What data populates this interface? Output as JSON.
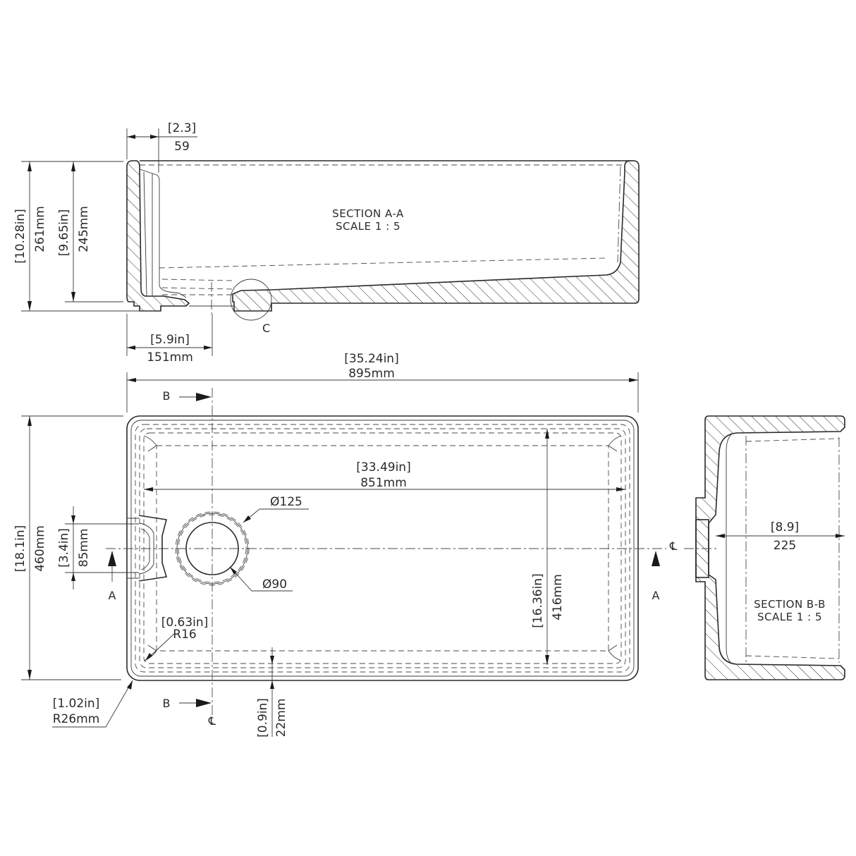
{
  "section_aa": {
    "title": "SECTION A-A",
    "scale": "SCALE 1 : 5",
    "dims": {
      "lip_width_in": "[2.3]",
      "lip_width_mm": "59",
      "overall_height_in": "[10.28in]",
      "overall_height_mm": "261mm",
      "inner_height_in": "[9.65in]",
      "inner_height_mm": "245mm",
      "drain_offset_in": "[5.9in]",
      "drain_offset_mm": "151mm"
    },
    "detail_label": "C"
  },
  "plan_view": {
    "dims": {
      "overall_length_in": "[35.24in]",
      "overall_length_mm": "895mm",
      "inner_length_in": "[33.49in]",
      "inner_length_mm": "851mm",
      "overall_width_in": "[18.1in]",
      "overall_width_mm": "460mm",
      "inner_width_in": "[16.36in]",
      "inner_width_mm": "416mm",
      "overflow_in": "[3.4in]",
      "overflow_mm": "85mm",
      "drain_outer": "Ø125",
      "drain_inner": "Ø90",
      "inner_radius_in": "[0.63in]",
      "inner_radius_mm": "R16",
      "outer_radius_in": "[1.02in]",
      "outer_radius_mm": "R26mm",
      "rim_in": "[0.9in]",
      "rim_mm": "22mm"
    },
    "section_markers": {
      "b_top": "B",
      "b_bottom": "B",
      "a_left": "A",
      "a_right": "A"
    },
    "centerline_symbol": "℄"
  },
  "section_bb": {
    "title": "SECTION B-B",
    "scale": "SCALE 1 : 5",
    "dims": {
      "depth_in": "[8.9]",
      "depth_mm": "225"
    },
    "centerline_symbol": "℄"
  }
}
